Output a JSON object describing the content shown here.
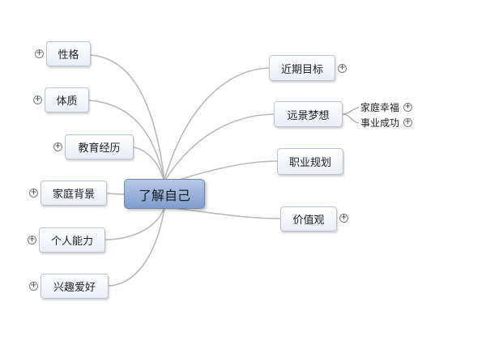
{
  "mindmap": {
    "root": "了解自己",
    "left": [
      "性格",
      "体质",
      "教育经历",
      "家庭背景",
      "个人能力",
      "兴趣爱好"
    ],
    "right": [
      "近期目标",
      "远景梦想",
      "职业规划",
      "价值观"
    ],
    "dream_children": [
      "家庭幸福",
      "事业成功"
    ]
  },
  "icons": {
    "expand": "plus-icon"
  },
  "colors": {
    "edge": "#b9b9b9",
    "root_fill": "#8faad5",
    "node_border": "#b9c4d3"
  }
}
